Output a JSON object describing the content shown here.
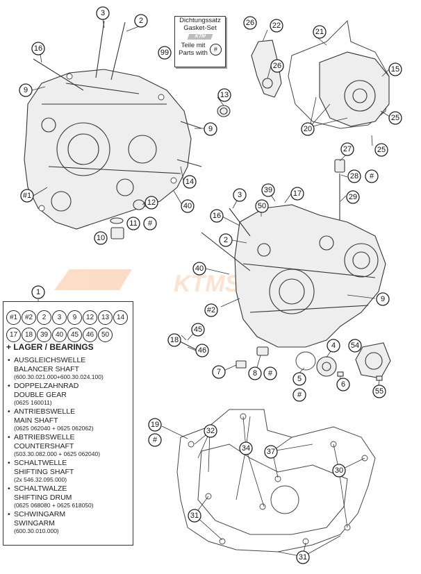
{
  "gasket_set": {
    "line1": "Dichtungssatz",
    "line2": "Gasket-Set",
    "line3": "Teile mit",
    "line4": "Parts with",
    "hash": "#",
    "logo": "KTM"
  },
  "watermark": {
    "brand": "KTM",
    "site": "KTMSHOP.RU"
  },
  "legend": {
    "chips": [
      "#1",
      "#2",
      "2",
      "3",
      "9",
      "12",
      "13",
      "14",
      "17",
      "18",
      "39",
      "40",
      "45",
      "46",
      "50"
    ],
    "heading": "+ LAGER / BEARINGS",
    "items": [
      {
        "de": "AUSGLEICHSWELLE",
        "en": "BALANCER SHAFT",
        "code": "(600.30.021.000+600.30.024.100)"
      },
      {
        "de": "DOPPELZAHNRAD",
        "en": "DOUBLE GEAR",
        "code": "(0625 160011)"
      },
      {
        "de": "ANTRIEBSWELLE",
        "en": "MAIN SHAFT",
        "code": "(0625 062040 + 0625 062062)"
      },
      {
        "de": "ABTRIEBSWELLE",
        "en": "COUNTERSHAFT",
        "code": "(503.30.082.000 + 0625 062040)"
      },
      {
        "de": "SCHALTWELLE",
        "en": "SHIFTING SHAFT",
        "code": "(2x 546.32.095.000)"
      },
      {
        "de": "SCHALTWALZE",
        "en": "SHIFTING DRUM",
        "code": "(0625 068080 + 0625 618050)"
      },
      {
        "de": "SCHWINGARM",
        "en": "SWINGARM",
        "code": "(600.30.010.000)"
      }
    ]
  },
  "callouts": {
    "c3a": "3",
    "c2a": "2",
    "c16a": "16",
    "c9a": "9",
    "c13": "13",
    "c9b": "9",
    "c14": "14",
    "c40a": "40",
    "c12": "12",
    "c11": "11",
    "c11h": "#",
    "c10": "10",
    "c1a": "#1",
    "c99": "99",
    "c26a": "26",
    "c22": "22",
    "c26b": "26",
    "c21": "21",
    "c15": "15",
    "c25a": "25",
    "c20": "20",
    "c25b": "25",
    "c27": "27",
    "c28": "28",
    "c28h": "#",
    "c29": "29",
    "c39": "39",
    "c17": "17",
    "c3b": "3",
    "c50": "50",
    "c16b": "16",
    "c2b": "2",
    "c40b": "40",
    "c2h": "#2",
    "c9c": "9",
    "c1": "1",
    "c45": "45",
    "c18": "18",
    "c46": "46",
    "c4": "4",
    "c54": "54",
    "c5": "5",
    "c5h": "#",
    "c6": "6",
    "c55": "55",
    "c7": "7",
    "c8": "8",
    "c8h": "#",
    "c19": "19",
    "c19h": "#",
    "c32": "32",
    "c34": "34",
    "c37": "37",
    "c30": "30",
    "c31a": "31",
    "c31b": "31"
  }
}
